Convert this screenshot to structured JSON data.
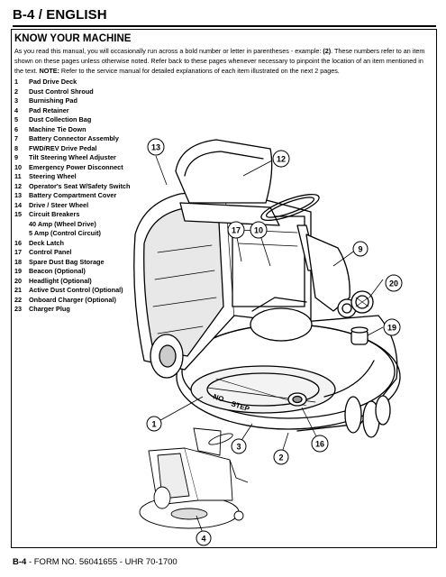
{
  "header": {
    "title": "B-4 / ENGLISH"
  },
  "section": {
    "title": "KNOW YOUR MACHINE",
    "intro_1": "As you read this manual, you will occasionally run across a bold number or letter in parentheses - example: ",
    "intro_example": "(2)",
    "intro_2": ". These numbers refer to an item shown on these pages unless otherwise noted. Refer back to these pages whenever necessary to pinpoint the location of an item mentioned in the text.",
    "intro_note_label": "NOTE:",
    "intro_note": " Refer to the service manual for detailed explanations of each item illustrated on the next 2 pages."
  },
  "parts": [
    {
      "num": "1",
      "label": "Pad Drive Deck"
    },
    {
      "num": "2",
      "label": "Dust Control Shroud"
    },
    {
      "num": "3",
      "label": "Burnishing Pad"
    },
    {
      "num": "4",
      "label": "Pad Retainer"
    },
    {
      "num": "5",
      "label": "Dust Collection Bag"
    },
    {
      "num": "6",
      "label": "Machine Tie Down"
    },
    {
      "num": "7",
      "label": "Battery Connector Assembly"
    },
    {
      "num": "8",
      "label": "FWD/REV Drive Pedal"
    },
    {
      "num": "9",
      "label": "Tilt Steering Wheel Adjuster"
    },
    {
      "num": "10",
      "label": "Emergency Power Disconnect"
    },
    {
      "num": "11",
      "label": "Steering Wheel"
    },
    {
      "num": "12",
      "label": "Operator's Seat W/Safety Switch"
    },
    {
      "num": "13",
      "label": "Battery Compartment Cover"
    },
    {
      "num": "14",
      "label": "Drive / Steer Wheel"
    },
    {
      "num": "15",
      "label": "Circuit Breakers"
    },
    {
      "num": "",
      "label": "40 Amp (Wheel Drive)"
    },
    {
      "num": "",
      "label": "5 Amp (Control Circuit)"
    },
    {
      "num": "16",
      "label": "Deck Latch"
    },
    {
      "num": "17",
      "label": "Control Panel"
    },
    {
      "num": "18",
      "label": "Spare Dust Bag Storage"
    },
    {
      "num": "19",
      "label": "Beacon (Optional)"
    },
    {
      "num": "20",
      "label": "Headlight (Optional)"
    },
    {
      "num": "21",
      "label": "Active Dust Control (Optional)"
    },
    {
      "num": "22",
      "label": "Onboard Charger (Optional)"
    },
    {
      "num": "23",
      "label": "Charger Plug"
    }
  ],
  "callouts": {
    "c13": "13",
    "c12": "12",
    "c17": "17",
    "c10": "10",
    "c9": "9",
    "c20": "20",
    "c19": "19",
    "c1": "1",
    "c3": "3",
    "c2": "2",
    "c16": "16",
    "c4": "4"
  },
  "deck_text": {
    "no": "NO",
    "step": "STEP"
  },
  "footer": {
    "page": "B-4",
    "rest": " - FORM NO. 56041655 - UHR 70-1700"
  }
}
